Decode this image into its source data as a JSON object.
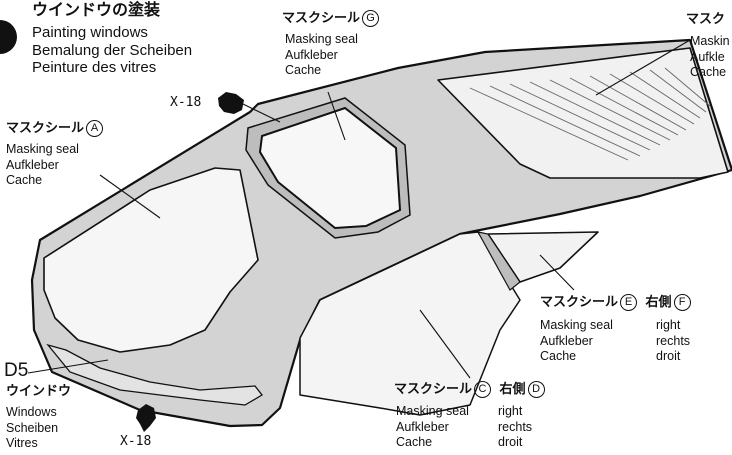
{
  "header": {
    "title_jp": "ウインドウの塗装",
    "lines": [
      "Painting windows",
      "Bemalung der Scheiben",
      "Peinture des vitres"
    ]
  },
  "masks": {
    "G": {
      "jp": "マスクシール",
      "circle": "G",
      "lines": [
        "Masking seal",
        "Aufkleber",
        "Cache"
      ]
    },
    "A": {
      "jp": "マスクシール",
      "circle": "A",
      "lines": [
        "Masking seal",
        "Aufkleber",
        "Cache"
      ]
    },
    "B": {
      "jp": "マスク",
      "lines": [
        "Maskin",
        "Aufkle",
        "Cache"
      ]
    },
    "E": {
      "jp": "マスクシール",
      "circle": "E",
      "side_jp": "右側",
      "side_circle": "F",
      "lines": [
        "Masking seal",
        "Aufkleber",
        "Cache"
      ],
      "side_lines": [
        "right",
        "rechts",
        "droit"
      ]
    },
    "C": {
      "jp": "マスクシール",
      "circle": "C",
      "side_jp": "右側",
      "side_circle": "D",
      "lines": [
        "Masking seal",
        "Aufkleber",
        "Cache"
      ],
      "side_lines": [
        "right",
        "rechts",
        "droit"
      ]
    }
  },
  "part": {
    "code": "D5",
    "jp": "ウインドウ",
    "lines": [
      "Windows",
      "Scheiben",
      "Vitres"
    ]
  },
  "paint": {
    "top_code": "X-18",
    "bottom_code": "X-18"
  }
}
